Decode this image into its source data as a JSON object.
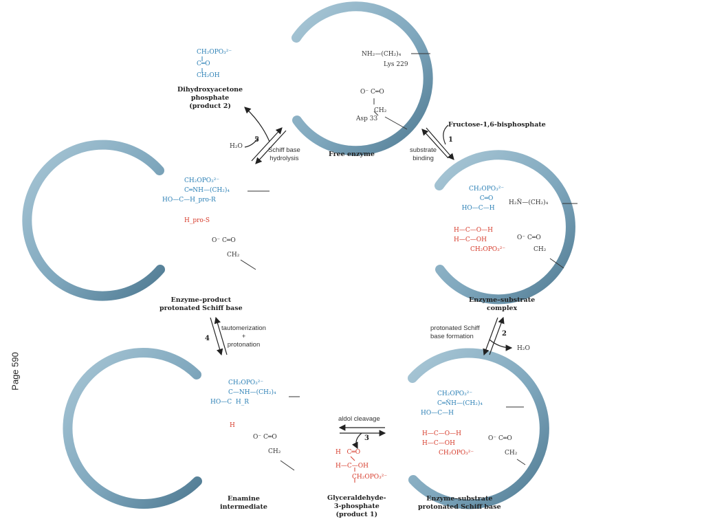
{
  "page_label": "Page 590",
  "colors": {
    "ring": "#7fa7bd",
    "ring_dark": "#4f7a92",
    "blue": "#2a7fb5",
    "red": "#d63a2a",
    "text": "#222222"
  },
  "states": {
    "free_enzyme": "Free enzyme",
    "es_complex": [
      "Enzyme–substrate",
      "complex"
    ],
    "es_schiff": [
      "Enzyme–substrate",
      "protonated Schiff base"
    ],
    "enamine": [
      "Enamine",
      "intermediate"
    ],
    "ep_schiff": [
      "Enzyme–product",
      "protonated Schiff base"
    ]
  },
  "products": {
    "dhap": [
      "Dihydroxyacetone",
      "phosphate",
      "(product 2)"
    ],
    "g3p": [
      "Glyceraldehyde-",
      "3-phosphate",
      "(product 1)"
    ]
  },
  "substrate": "Fructose-1,6-bisphosphate",
  "steps": [
    {
      "num": "1",
      "label": [
        "substrate",
        "binding"
      ]
    },
    {
      "num": "2",
      "label": [
        "protonated Schiff",
        "base formation"
      ]
    },
    {
      "num": "3",
      "label": [
        "aldol cleavage"
      ]
    },
    {
      "num": "4",
      "label": [
        "tautomerization",
        "+",
        "protonation"
      ]
    },
    {
      "num": "5",
      "label": [
        "Schiff base",
        "hydrolysis"
      ]
    }
  ],
  "reagents": {
    "water": "H₂O"
  },
  "chem": {
    "lys_chain": "NH₂—(CH₂)₄",
    "lys_label": "Lys 229",
    "asp_label": "Asp 33",
    "carboxylate": [
      "O⁻",
      "C═O",
      "CH₂"
    ],
    "dhap_struct": [
      "CH₂OPO₃²⁻",
      "C═O",
      "CH₂OH"
    ],
    "g3p_struct": [
      "H",
      "C═O",
      "H—C—OH",
      "CH₂OPO₃²⁻"
    ],
    "es_complex_struct": {
      "blue": [
        "CH₂OPO₃²⁻",
        "C═O",
        "HO—C—H"
      ],
      "red": [
        "H—C—O—H",
        "H—C—OH",
        "CH₂OPO₃²⁻"
      ],
      "lys": "H₂N̈—(CH₂)₄"
    },
    "schiff_struct": {
      "blue": [
        "CH₂OPO₃²⁻",
        "C═N̈H—(CH₂)₄",
        "HO—C—H"
      ],
      "red": [
        "H—C—O—H",
        "H—C—OH",
        "CH₂OPO₃²⁻"
      ]
    },
    "enamine_struct": {
      "blue": [
        "CH₂OPO₃²⁻",
        "C—NH—(CH₂)₄",
        "HO—C",
        "H_R"
      ],
      "red": [
        "H"
      ]
    },
    "ep_struct": {
      "blue": [
        "CH₂OPO₃²⁻",
        "C═NH—(CH₂)₄",
        "HO—C—H_pro-R"
      ],
      "red": [
        "H_pro-S"
      ]
    }
  }
}
